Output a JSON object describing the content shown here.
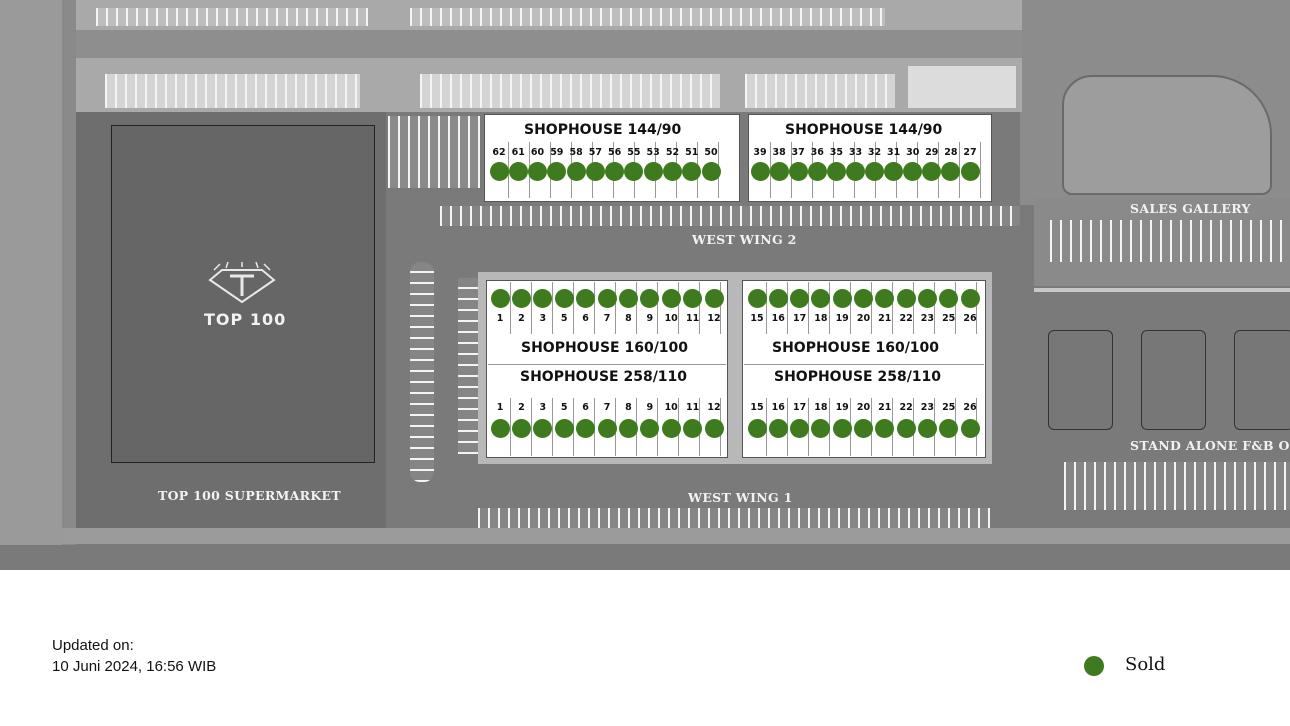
{
  "labels": {
    "top_brand": "TOP 100",
    "supermarket": "TOP 100 SUPERMARKET",
    "west_wing_2": "WEST WING 2",
    "west_wing_1": "WEST WING 1",
    "sales_gallery": "SALES GALLERY",
    "stand_alone": "STAND ALONE F&B OU",
    "shophouse_144_left": "SHOPHOUSE 144/90",
    "shophouse_144_right": "SHOPHOUSE 144/90",
    "shophouse_160_left": "SHOPHOUSE 160/100",
    "shophouse_160_right": "SHOPHOUSE 160/100",
    "shophouse_258_left": "SHOPHOUSE 258/110",
    "shophouse_258_right": "SHOPHOUSE 258/110"
  },
  "units": {
    "top_left": [
      "62",
      "61",
      "60",
      "59",
      "58",
      "57",
      "56",
      "55",
      "53",
      "52",
      "51",
      "50"
    ],
    "top_right": [
      "39",
      "38",
      "37",
      "36",
      "35",
      "33",
      "32",
      "31",
      "30",
      "29",
      "28",
      "27"
    ],
    "mid_upper_left": [
      "1",
      "2",
      "3",
      "5",
      "6",
      "7",
      "8",
      "9",
      "10",
      "11",
      "12"
    ],
    "mid_upper_right": [
      "15",
      "16",
      "17",
      "18",
      "19",
      "20",
      "21",
      "22",
      "23",
      "25",
      "26"
    ],
    "mid_lower_left": [
      "1",
      "2",
      "3",
      "5",
      "6",
      "7",
      "8",
      "9",
      "10",
      "11",
      "12"
    ],
    "mid_lower_right": [
      "15",
      "16",
      "17",
      "18",
      "19",
      "20",
      "21",
      "22",
      "23",
      "25",
      "26"
    ]
  },
  "status_color": "#3e7a1e",
  "footer": {
    "updated_label": "Updated on:",
    "updated_value": "10 Juni 2024, 16:56 WIB"
  },
  "legend": {
    "sold_label": "Sold"
  }
}
